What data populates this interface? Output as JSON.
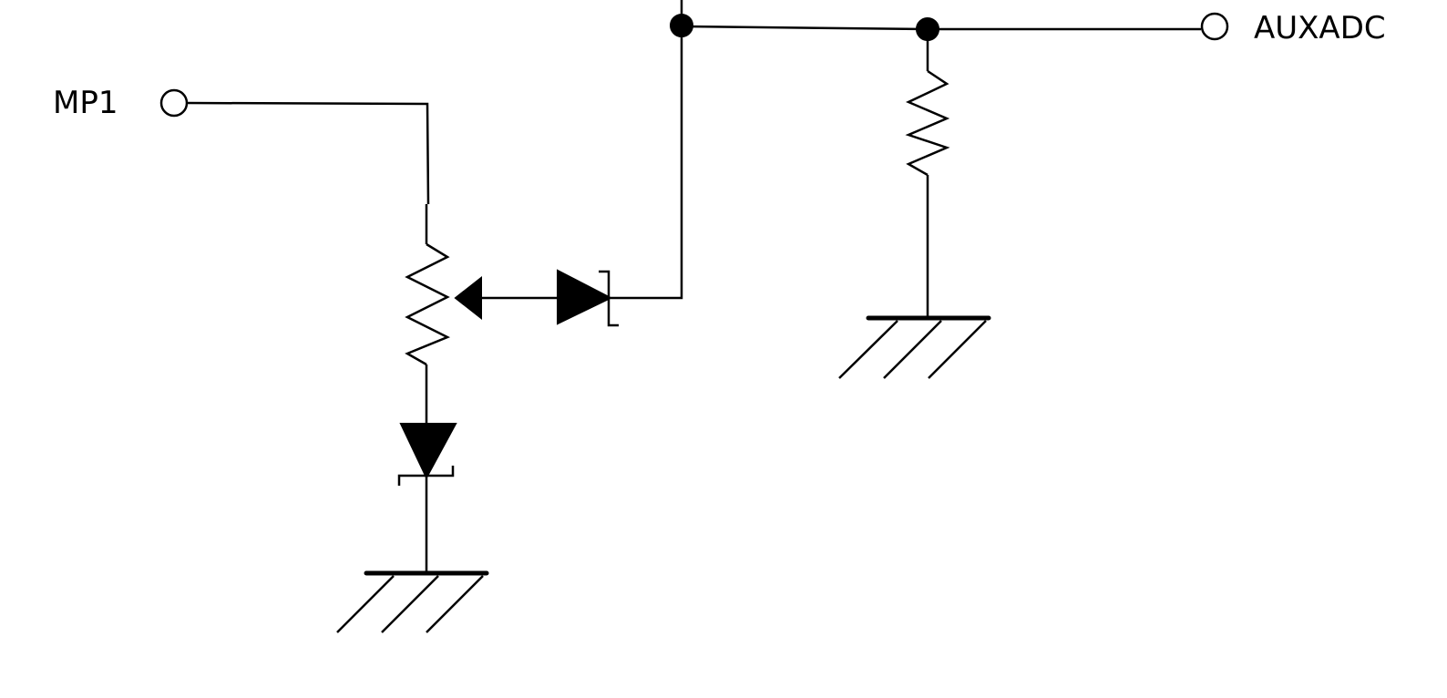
{
  "diagram": {
    "type": "circuit-schematic",
    "labels": {
      "mp1": "MP1",
      "auxadc": "AUXADC"
    },
    "components": [
      "input-terminal-mp1",
      "potentiometer",
      "zener-diode-series",
      "zener-diode-to-ground",
      "pulldown-resistor",
      "ground-left",
      "ground-right",
      "output-terminal-auxadc"
    ],
    "colors": {
      "line": "#000000",
      "background": "#ffffff"
    }
  }
}
